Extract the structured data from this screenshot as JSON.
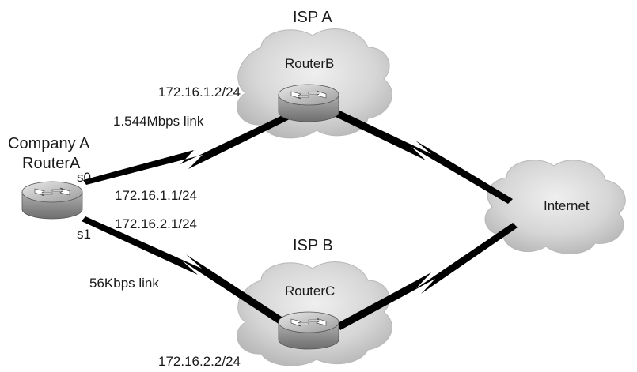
{
  "isp_a": {
    "title": "ISP A",
    "router": "RouterB",
    "address": "172.16.1.2/24"
  },
  "isp_b": {
    "title": "ISP B",
    "router": "RouterC",
    "address": "172.16.2.2/24"
  },
  "company": {
    "title": "Company A",
    "router": "RouterA",
    "s0_label": "s0",
    "s1_label": "s1",
    "s0_address": "172.16.1.1/24",
    "s1_address": "172.16.2.1/24"
  },
  "links": {
    "fast": "1.544Mbps link",
    "slow": "56Kbps link"
  },
  "internet": {
    "label": "Internet"
  },
  "colors": {
    "cloud": "#d9d9d9",
    "cloud_dark": "#b8b8b8",
    "router_top": "#c4c4c4",
    "router_side": "#9a9a9a",
    "link": "#000000"
  }
}
